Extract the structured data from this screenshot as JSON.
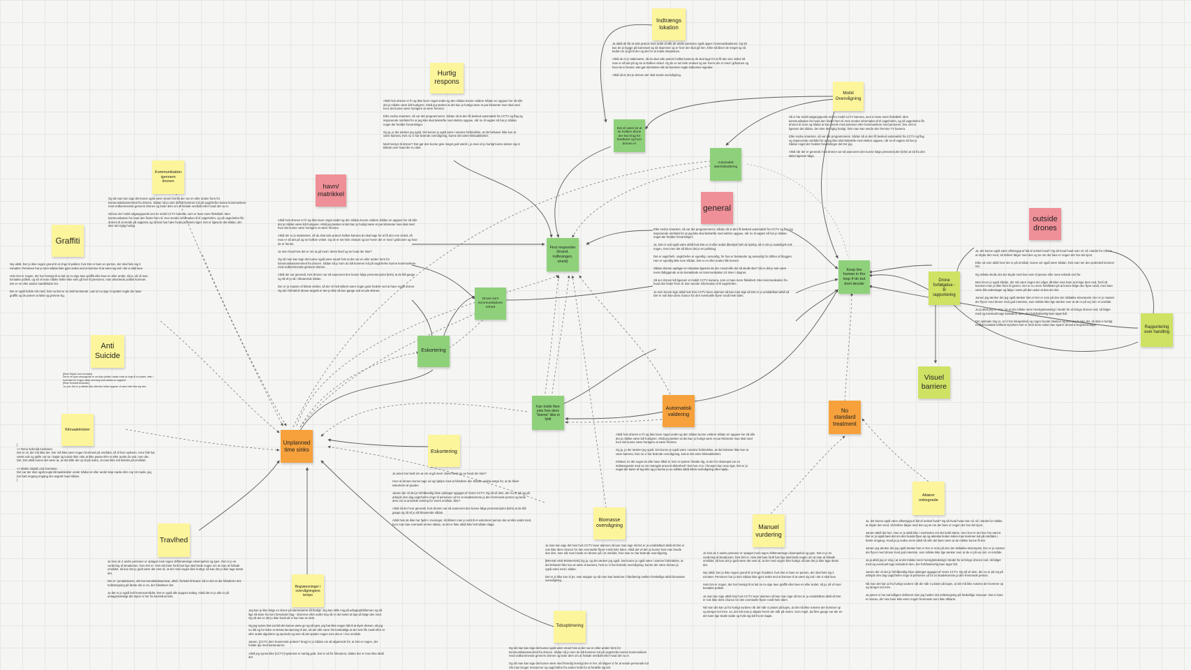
{
  "notes": [
    {
      "id": "indtraengs",
      "text": "Indtrængs lokation"
    },
    {
      "id": "hurtig",
      "text": "Hurtig respons"
    },
    {
      "id": "mobil",
      "text": "Mobil Overvågning"
    },
    {
      "id": "dettrad",
      "text": "Det vil være let at se hvilken drone der har brug for feedback og hvor dronen er"
    },
    {
      "id": "autoalarm",
      "text": "Automatisk alarmhåndtering"
    },
    {
      "id": "komm",
      "text": "Kommunikation igennem dronen"
    },
    {
      "id": "havn",
      "text": "havn/ matrikkel"
    },
    {
      "id": "general",
      "text": "general"
    },
    {
      "id": "outside",
      "text": "outside drones"
    },
    {
      "id": "graffiti",
      "text": "Graffiti"
    },
    {
      "id": "first",
      "text": "First responder (brand, indbrangen, uheld)"
    },
    {
      "id": "kommvirksom",
      "text": "Drone som kommunikations enhed"
    },
    {
      "id": "keep",
      "text": "Keep the human in the loop if do but dont decide"
    },
    {
      "id": "forfolg",
      "text": "Drone forfølgelse - til rapportering"
    },
    {
      "id": "rappover",
      "text": "Rapportering over handling"
    },
    {
      "id": "anti",
      "text": "Anti Suicide"
    },
    {
      "id": "eskort1",
      "text": "Eskortering"
    },
    {
      "id": "visuel",
      "text": "Visuel barriere"
    },
    {
      "id": "klimaaktivister",
      "text": "Klimaaktivister"
    },
    {
      "id": "kanholde",
      "text": "Kan holde flere jobs hvis dens \"skema\" ikke er fyldt"
    },
    {
      "id": "autovaldering",
      "text": "Automatisk valdering"
    },
    {
      "id": "nostandard",
      "text": "No standard treatment"
    },
    {
      "id": "unplanned",
      "text": "Unplanned time sinks"
    },
    {
      "id": "eskort2",
      "text": "Eskortering"
    },
    {
      "id": "aktorer",
      "text": "Aktører indregnede"
    },
    {
      "id": "biomasse",
      "text": "Biomasse overvågning"
    },
    {
      "id": "manuel",
      "text": "Manuel vurdering"
    },
    {
      "id": "travlhed",
      "text": "Travlhed"
    },
    {
      "id": "begraensninger",
      "text": "Begrænsninger i overvågningens tempo"
    },
    {
      "id": "tidsoptimering",
      "text": "Tidsoptimering"
    }
  ],
  "texts": [
    {
      "id": "t-indtraengs",
      "text": "Ja altså de får at vide præcis hvor anlæ af alle de andre personer også opper i kommunikationen. Og så kan de jo bygge på kameraet og så skammer og er hvor der skal gå hen. Eller så bliver de meget og så bedst om at gå til der og der for at redde situationen.\n\nAltså de er jo stationære, så du skal vide præcis hvilket kamera du skal tage for at få den ene vinkel så man er så tæt på og se at hvilken vinkel. Og de er set hele vinduet og ser hvem der er med i gråzonen og hvor de er henne. Det gør det lettere når de kommer nogle indkomne signaler.\n\nAltså så er det jo dronen der skal sende overvågning."
    },
    {
      "id": "t-hurtig",
      "text": "Altså hvis dronen er fri og ikke laver noget andet og den Sådan kunne voldere Sådan en opgave her så ville det jo måske være lidt hurtigere. Altså jeg tænker at det kan jo hurtigt være et par kilometer man skal med hvor det kunne være hurtigere at være fremme.\n\nEller endnu smartere, så var det programmeres. Sådan så at den få besked automatisk fra CCTV og flag og inspicerede området for at jeg ikke skal bekræfte med elektro opgave, når nu til vagten så har jo Sådan noget der hedder forvarslinger.\n\nOg ja, jo der tænker jeg også. Det kunne jo også være i samme forbindelse, at det behøver ikke kun at være kamera, hvis nu vi har brænde overvågning, kunne det være klimaaktivister.\n\nMed hensyn til droner? Det gør den kunne give meget god værdi i, ja man vil jo hurtigt kunne danne sig et billede over hvad der nu sker."
    },
    {
      "id": "t-mobil",
      "text": "Så vi har mobil udgangspunkt ved en mobil CCTV kamera, som er bare mere fleksibelt. Men kommunikation fra hvad den finder frem til. Den sender information til til vagtchefen, og så vagtchefen får dronen til at se og sådan at kan vende med personer eller kommunikere med personer. Det, Det er ligesom det sådan, der sker det rigtig hurtigt, hvis man kan sende den fremme TV kamera.\n\nEller endnu smartere, så var det programmeres. Sådan så at den få besked automatisk fra CCTV og flag og inspicerede området for at jeg ikke skal bekræfte med elektro opgave, når nu til vagten så har jo Sådan noget der hedder forvarslinger det tror jeg.\n\nAltså når der er generalt, hvis dronen var så avanceret den kunne følge personer(ulen fjelm) at så fra den aktivt ligesom følge."
    },
    {
      "id": "t-komm",
      "text": "Og så man kan sige det kunne også være smart hvis at der var en eller anden form for kommunikationsenhed fra dronen. Sådan så jo som du lidt kommer ind på vagtchefen kunne kommunikere med vedkommende gennem dronen og bede dem om at forlade området eller hvad det nu er.\n\nSå kan der mobil udgangspunkt ved en mobil CCTV kamera, som er bare mere fleksibelt. Men kommunikation fra hvad den finder frem til. Den sender information til til vagtchefen, og så vagtchefen får dronen til at sende på vagterne og så kan han høre hvad personen siger. Det er ligesom det sådan, der sker det rigtig hurtigt."
    },
    {
      "id": "t-havn",
      "text": "Altså hvis dronen er fri og ikke laver noget andet og den Sådan kunne voldere Sådan en opgave her så ville det jo måske være lidt hurtigere. Altså jeg tænker at det kan jo hurtigt være et par kilometer man skal med hvor det kunne være hurtigere at være fremme.\n\nAltså der er jo stationære, så du skal vide præcis hvilket kamera du skal tage for at få den ene vinkel, så man er så tæt på og se hvilken vinkel. Og de er set hele vinduet og ser hvem der er med i gråzonen og hvor de er henne.\n\nJa men hvad hvis det er om at gå med i deres færd og se hvad der sker?\n\nOg så man kan sige det kunne også være smart hvis at der var en eller anden form for kommunikationsenhed fra dronen. Sådan så jo som du lidt kommer ind på vagtchefen kunne kommunikere med vedkommende gennem dronen.\n\nAltså der var generalt, hvis dronen var så avanceret den kunne følge personen(ulen fjelm) at de blå gange og så vil jo så i tilsvarende sådan.\n\nDer er jo masser af blinde vinkler, så der vil helt sikkert være nogle gode fordele ved at have nogle droner. Og så i forhold til droner angreb er der jo ikke så kun gange ved at ude dronen."
    },
    {
      "id": "t-general",
      "text": "Eller endnu smartere, så var det programmeres. Sådan så at den få besked automatisk fra CCTV og flag og inspicerede området for at jeg ikke skal bekræfte med elektro opgave, når nu til vagten så har jo Sådan noget der hedder forvarslinger.\n\nJa. Det er ved også være altså hvis Det er et eller andet åbenlyst helt ulv lyseby, så er der jo naturligvis nok nogen, men men det så bliver det jo en politisag.\n\nDet er vagtchefs. Vagtchefen er egentlig i ansvarlig, for han er bestander og ansvarlig for driften af bloggen. Han er egentlig ikke som Sådan, Det er en eller anden lille kenner.\n\nSådan dronen opdager en situation ligesom de der. Hvad ville der så skulle ske? Så er det jo nok være mest rådtiggende at de kontaktede en kommunikation 24 timer i døgnet.\n\nSå ser dronen lidt ligesom et mobilt CCTV kamera, som er bare mere fleksibelt. Men kommunikation fra hvad den finder frem til. Den sender information til til vagtchefen.\n\nJa men kunne sige altså hvis hvis CCTV laver alarmen så kan man sige så Det er jo umiddelbart altså så Det er nok ikke dens chance for den eventuelle flyver rundt hele tiden."
    },
    {
      "id": "t-outside",
      "text": "Ja, det kunne også være afhængigt af lidt af anskel hvad? Og så hvad hvad man vil, så i stedet for måske at skyde den med, så hellere følger med den og se om der bare er nogen der har det sjovt.\n\nEller ud over altså hvor der er på område, kunne vel også være Sådan, hvis man ser den potentielt kommer ind.\n\nOg måske skulle det der skyde med love som til jamme eller mere teknisk end for.\n\nMen Ercer jo også Sådan, det må være nogen der afgør. Ønsker man bare at kringe dem ned, fordi så kommer man jo ikke frem til igenen. Der er nu mere forbilledet på at kunne følge den flyve rundt, men bare være lidt undersøger og følge i være på den uden at den ser det.\n\nJamen jeg tænker det jeg også tænker Det er Der er som på den der skibakke eksempels. Der er jo masser der flyver med droner med god intention, som måske ikke lige tænker over at de er på vej ind i et område.\n\nJa ja altså jeg er enig i at at det måske mere hensigtsmæssigt i stedet for at bringe dronen ned, så følger med og eventuelt tage kontakt til dem, der forhåndsvirlig bare tager lidt.\n\nDet optimale ting er, at Vi har lokaposkrid og nogen kunde lokation og som jeg huske det, så skal vi hurtigt mulligt kontakte luftfarts styrelsen Det er fordi dens noken kan sparre dronens begrænsninger."
    },
    {
      "id": "t-graffiti",
      "text": "Nej altså. Der jo ikke nogen grund til at ringe til politiet, hvis Det er bare en person, der skal hele sig 2 minutter. Personen har jo som Sådan ikke gjort andet end at komme til at være sig ind i det vi skal lave.\n\nHvis Det er nogen, der har hensigt til at lad os nu sige lave graffiti eller lave en eller andet, så ja, så vil man kontakte politiet, og så vil man måske heller ikke selv gå hen til personen, man afventede politiet kommer. Det er en eller anden handlefulde her.\n\nDer er også hvilde når med, hvis nu Det er et ondt hensende. Lad os nu sige vi spotter nogle der laver graffiti og de prøver at løbe og gemme sig."
    },
    {
      "id": "t-anti",
      "text": "[Remi Skjold Lind Gormsen]\nDet er ret sjovt selvsagt det er om ikke politiet i sidste ende at ringe til en anden, efter i hvert fald for Vi igen sidde med ting fordi mellem et vagtchef.\n[Remi Schmidt Andersen]\nJa, som Det er jo faktisk ikke ellevebe hvilke opgaver vil være eller ikke sig vine."
    },
    {
      "id": "t-klima",
      "text": "[\n<< Remi Schmidt Andersen\nDet er vil, der må ikke der. Der må ikke være nogen fremmed på området, så til hver opleven. Hvor folk har været ude og spille var tur i kajak og kunde ikke vide at ikke passe eller et eller andet du ved, men det. Det. Det altså kunne det være at, at det stille der op til på nolen, at man ikke må færdes på området.\n\n<< Martin Skjold Lind Gormsen\nDet var der sket også nogle klimaaktivister under Sådan et eller andet stop møde eller cop 15 møde, jeg har hørt engang engang der angreb hvad sådan.\n]"
    },
    {
      "id": "t-esk2",
      "text": "Ja amen har bedt om at om at gå med i deres færd og se hvad der sker?\n\nHvor at dronen kunne tage ud og hjælpe med at håndtere det. Måske endda sørge for, at de bliver eskorteret af gruden.\n\nJamen der vil det jo forhåbentlig blive opfanget opgaget af Vores CCTV. Og så vil dem, der nu er på vej på arbejde den dag vagtchefen ringe til personen ud for at imødekomme ja den fremmede person og bede dem om at anmelde netning for Vores område, ikke?\n\nAltså så der hvor generalt, hvis dronen var så avanceret den kunne følge personen(ulen fjelm) at de blå gange og så vil jo så tilsvarende sådan.\n\nAltså hvis de ikke har hjelm i meninger, så tilfører man jo netit til et eskorteret person det at eller andet med, hvor man kan eventuelt ernem sådan, at det er ikke altså ikke helt sådan slags."
    },
    {
      "id": "t-auto",
      "text": "Altså hvis dronen er fri og ikke laver noget andet og den Sådan kunne voldere Sådan en opgave her så ville det jo måske være lidt hurtigere. Altså jeg tænker at det kan jo hurtigt være et par kilometer man skal med hvor det kunne være hurtigere at være fremme.\n\nOg ja, jo der tænker jeg også. Det kunne jo også være i samme forbindelse, at det behøver ikke kun at være kamera, hvis nu vi har brænde overvågning, kunne det være klimaaktivister.\n\nKristian: Er det noget du ville have tilbid til, hvis et system fortalte dig, at der for eksempel var en indtrængende med en vis mængde procent sikkerhed? Det hun er jo i forvejen kan man sige, Det er jo noget der kører af sig selv og jo kunne jo nu måske altså ellers overvågning eller hjælp."
    },
    {
      "id": "t-biomasse",
      "text": "Ja man kan sige det hvis hvis CCTV laver alarmen så kan man sige så Det er jo umiddelbart altså så Det er nok ikke dens chance for den eventuelle flyver rundt hele tiden. Altså det vil den jo kunne hvis man havde den den, men når man havde en dronen på i et område, hvis man nu har brænde overvågning.\n\n[BRAND AND BIOMASSE] Og ja, og der tænker jeg også. Det kunne jo også være i samme forbindelse, at det behøver ikke kun at være at kamera, hvis nu vi har brænde overvågning, kunne der være dronen jo også være med i sådan.\n\nDet er jo ikke kun til jer, man stopper op så man kan beskrive i håndtering mellem forskellige altså biomasse overvågning."
    },
    {
      "id": "t-travl",
      "text": "Ja hvis de 2 andre personer er optaget med nogen driftsmæssige eksempelvis og igen. Det er jo en vurdering af situationen, hvis Det er. Hvis det bare fordi han lige skal bede nogen om at man at forlade området, så kan det jo godt være det vent af, at der med nogen ikke hurtigt, så kan det jo ikke tage desto det.\n\nDet er i produktionen, det har beredskabsansvar, altså i forhold til brand. Så er det os der håndterer det. Indtrængning på første del er os, der håndterer det.\n\nJa det er jo også helt hoemeområdet. Det er også alle support anlæg. Altså det er jo alle er på ansøgsmæssigt det styrer vi her fra kontrolrummet."
    },
    {
      "id": "t-begr",
      "text": "Jeg kan jo ikke følge en drone på kameraerne så hurtigt. Jeg kan stille mig på adiogtopfaltformen og så lige så stare fra som forsvinder bag - dronerne eller andre ting så er det svært at lige så følge den med. Og så der er det jo ikke fundt alt vi kun kan se dem.\n\nOg jeg synes Det var lidt det kunne være go og så igen, jeg har ikke nogen lidt til at styre dronen, så jeg nu lidt og for tiden et ekstra bemanning til det, så det ville være fint torskabligt at der selv får rundt efter et eller andet algoritme og sporede og selv så det spotter nogen som det er i rive område.\n\nJamen, [CCTV dem huserende prakos? brug] er jo Sådan om alt afgørende for, at Det er nogen, der holder øje med kameraerne.\n\nAltså jeg synes ikke [CCTV] systemet er særlig godt. Det er alt for fokuseret, sådan der er men ikke altså det."
    },
    {
      "id": "t-tids",
      "text": "Og så man kan sige det kunne også være smart hvis at der var en eller anden form for kommunikationsenhed fra dronen. Sådan så jo som du lidt kommer ind på vagtchefen kunne kommunikere med vedkommende gennem dronen og bede dem om at forlade området eller hvad det nu er.\n\nOg så man kan sige det kunne være med fremdig hennigt der er her, så slipper vi for at sende personale ind når man bruger ressourcer og vagtchefen fra anden helst for at fortælle sig lidt."
    },
    {
      "id": "t-manuel",
      "text": "Ja hvis de 2 andre personer er optaget med nogen driftsmæssige eksempelvis og igen. Det er jo en vurdering af situationen, hvis Det er. Hvis det bare fordi han lige skal bede nogen om at man at forlade området, så kan det jo godt være det vent af, at der med nogen ikke hurtigt, så kan det jo ikke tage desto det.\n\nNej altså. Der jo ikke nogen grund til at ringe til politiet, hvis Det er bare en person, der skal hele sig 2 minutter. Personen har jo som Sådan ikke gjort andet end at komme til at være sig ind i det vi skal lave.\n\nHvis Det er nogen, der har hensigt til at lad os nu sige lave graffiti eller lave en eller andet, så ja, så vil man kontakte politiet.\n\nJa man kan sige altså hvis hvis CCTV laver alarmen så kan man sige så Det er jo umiddelbart altså så Det er nok ikke dens chance for den eventuelle flyver rundt hele tiden.\n\nNå man det kan jo fra hurtigt vurdere når der står 4 pirater på kajen, at det må ikke ruseme der kommer op og tænger ind mes. Ja, det må man jo afgøre hvem der står på molen. Som regel, da flere gange var der en der bare lige skulle sidde og hvile sig lidt fra sin kajak."
    },
    {
      "id": "t-aktorer",
      "text": "Ja, det kunne også være afhængigt af lidt af anskel hvad? Og så hvad hvad man vil, så i stedet for måske at skyde den med, så hellere følger med den og se om der bare er nogen der har det sjovt.\n\nJamen altså det hun. Han er jo altså ikke i nærheden om det indtil videre, men hun er det han har nævnt. Der er jo også bare det om den bunde flyve op og adresse linden inden man kommer ind på området i første omgang. Hvad ja ja endnu mere altså så ville det bare være at de måske kunne få det.\n\nJamen jeg tænker det jeg også tænker Det er Der er som på den der skibakke eksempels. Der er jo masser der flyver med droner med god intention, som måske ikke lige tænker over at de er på vej ind i et område.\n\nJa ja altså jeg er enig i at at det måske mere hensigtsmæssigt i stedet for at bringe dronen ned, så følger med og eventuelt tage kontakt til dem, der forhåndsvirlig bare tager lidt.\n\nJamen der vil det jo forhåbentlig blive opfanget opgaget af Vores CCTV. Og så vil dem, der nu er på vej på arbejde den dag vagtchefen ringe til personen ud for at imødekomme ja den fremmede person.\n\nNå man det kan jo fra hurtigt vurdere når der står 4 pirater på kajen, at det må ikke ruseme der kommer op og tænger ind mes.\n\nJa jamen vi har sat tidligere defineret som jeg husker det indtrængning på forskellige niveauer. Det er bare et niveau, der vise bare ikke være nogen fremmede som ikke afklaret."
    }
  ]
}
